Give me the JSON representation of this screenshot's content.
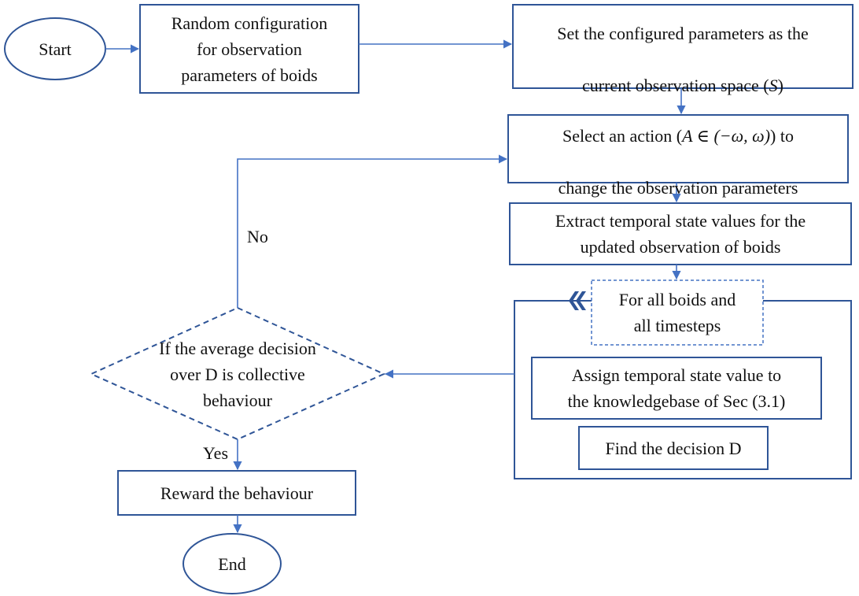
{
  "colors": {
    "stroke": "#2f5597",
    "arrow": "#4472c4",
    "text": "#111111"
  },
  "nodes": {
    "start": "Start",
    "random_config": "Random configuration\nfor observation\nparameters of boids",
    "set_params": {
      "line1": "Set the configured parameters as the",
      "line2_prefix": "current observation space (",
      "symbol": "S",
      "line2_suffix": ")"
    },
    "select_action": {
      "line1_prefix": "Select an action (",
      "action_expr": "A ∈ (−ω, ω)",
      "line1_suffix": ") to",
      "line2": "change the observation parameters"
    },
    "extract": "Extract temporal state values for the\nupdated observation of boids",
    "for_all": "For all boids and\nall timesteps",
    "assign": "Assign temporal state value to\nthe knowledgebase of Sec (3.1)",
    "find_decision": "Find the decision D",
    "decision": "If the average decision\nover D is collective\nbehaviour",
    "reward": "Reward the behaviour",
    "end": "End"
  },
  "edge_labels": {
    "no": "No",
    "yes": "Yes"
  }
}
